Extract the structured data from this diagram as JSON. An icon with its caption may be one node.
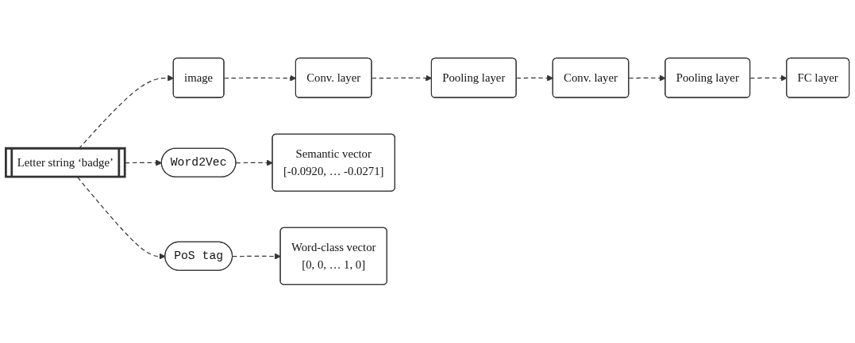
{
  "diagram": {
    "nodes": [
      {
        "text": [
          "image"
        ]
      },
      {
        "text": [
          "Conv. layer"
        ]
      },
      {
        "text": [
          "Pooling layer"
        ]
      },
      {
        "text": [
          "Conv. layer"
        ]
      },
      {
        "text": [
          "Pooling layer"
        ]
      },
      {
        "text": [
          "FC layer"
        ]
      },
      {
        "text": [
          "Letter string ‘badge’"
        ]
      },
      {
        "text": [
          "Word2Vec"
        ]
      },
      {
        "text": [
          "Semantic vector",
          "[-0.0920, … -0.0271]"
        ]
      },
      {
        "text": [
          "PoS tag"
        ]
      },
      {
        "text": [
          "Word-class vector",
          "[0, 0, … 1, 0]"
        ]
      }
    ],
    "edges": [
      {
        "from": 6,
        "to": 0,
        "arrow": "to",
        "style": "dashed"
      },
      {
        "from": 0,
        "to": 1,
        "arrow": "to",
        "style": "dashed"
      },
      {
        "from": 1,
        "to": 2,
        "arrow": "to",
        "style": "dashed"
      },
      {
        "from": 2,
        "to": 3,
        "arrow": "to",
        "style": "dashed"
      },
      {
        "from": 3,
        "to": 4,
        "arrow": "to",
        "style": "dashed"
      },
      {
        "from": 4,
        "to": 5,
        "arrow": "to",
        "style": "dashed"
      },
      {
        "from": 6,
        "to": 7,
        "arrow": "to",
        "style": "dashed"
      },
      {
        "from": 7,
        "to": 8,
        "arrow": "to",
        "style": "dashed"
      },
      {
        "from": 6,
        "to": 9,
        "arrow": "to",
        "style": "dashed"
      },
      {
        "from": 9,
        "to": 10,
        "arrow": "to",
        "style": "dashed"
      }
    ]
  }
}
